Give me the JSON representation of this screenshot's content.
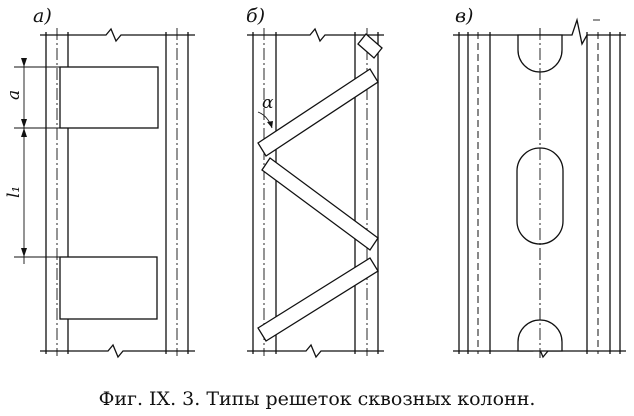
{
  "panels": [
    {
      "label": "а)"
    },
    {
      "label": "б)"
    },
    {
      "label": "в)"
    }
  ],
  "dimensions": {
    "a_label": "a",
    "l1_label": "l₁",
    "alpha_label": "α"
  },
  "caption": "Фиг. IX. 3. Типы решеток сквозных колонн."
}
